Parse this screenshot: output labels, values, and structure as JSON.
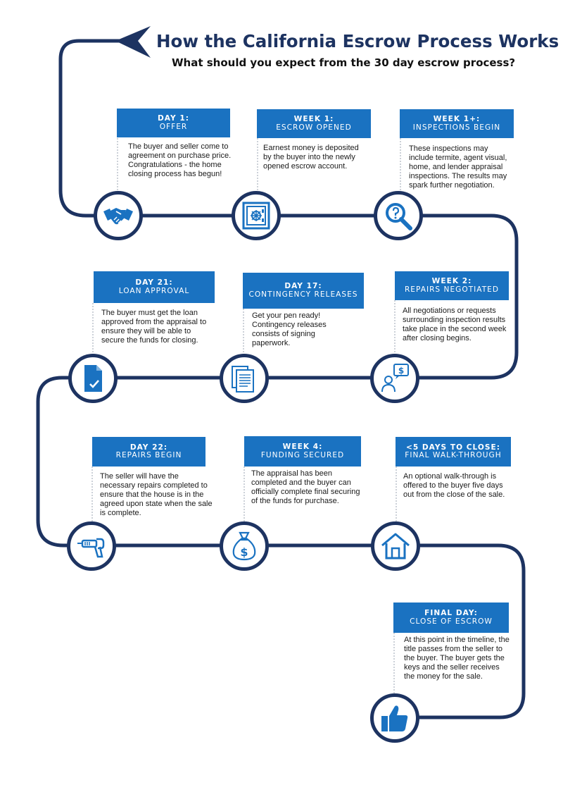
{
  "header": {
    "title": "How the California Escrow Process Works",
    "subtitle": "What should you expect from the 30 day escrow process?"
  },
  "colors": {
    "path": "#1d3361",
    "header_bg": "#1a72c1",
    "icon": "#1a72c1",
    "title": "#1d3361"
  },
  "steps": [
    {
      "line1": "DAY 1:",
      "line2": "OFFER",
      "icon": "handshake-icon",
      "text": "The buyer and seller come to agreement on purchase price. Congratulations - the home closing process has begun!"
    },
    {
      "line1": "WEEK 1:",
      "line2": "ESCROW OPENED",
      "icon": "safe-icon",
      "text": "Earnest money is deposited by the buyer into the newly opened escrow account."
    },
    {
      "line1": "WEEK 1+:",
      "line2": "INSPECTIONS BEGIN",
      "icon": "magnifier-icon",
      "text": "These inspections may include termite, agent visual, home, and lender appraisal inspections. The results may spark further negotiation."
    },
    {
      "line1": "WEEK 2:",
      "line2": "REPAIRS NEGOTIATED",
      "icon": "negotiation-icon",
      "text": "All negotiations or requests surrounding inspection results take place in the second week after closing begins."
    },
    {
      "line1": "DAY 17:",
      "line2": "CONTINGENCY RELEASES",
      "icon": "documents-icon",
      "text": "Get your pen ready! Contingency releases consists of signing paperwork."
    },
    {
      "line1": "DAY 21:",
      "line2": "LOAN APPROVAL",
      "icon": "approved-document-icon",
      "text": "The buyer must get the loan approved from the appraisal to ensure they will be able to secure the funds for closing."
    },
    {
      "line1": "DAY 22:",
      "line2": "REPAIRS BEGIN",
      "icon": "drill-icon",
      "text": "The seller will have the necessary repairs completed to ensure that the house is in the agreed upon state when the sale is complete."
    },
    {
      "line1": "WEEK 4:",
      "line2": "FUNDING SECURED",
      "icon": "money-bag-icon",
      "text": "The appraisal has been completed and the buyer can officially complete final securing of the funds for purchase."
    },
    {
      "line1": "<5 DAYS TO CLOSE:",
      "line2": "FINAL WALK-THROUGH",
      "icon": "house-icon",
      "text": "An optional walk-through is offered to the buyer five days out from the close of the sale."
    },
    {
      "line1": "FINAL DAY:",
      "line2": "CLOSE OF ESCROW",
      "icon": "thumbs-up-icon",
      "text": "At this point in the timeline, the title passes from the seller to the buyer. The buyer gets the keys and the seller receives the money for the sale."
    }
  ]
}
